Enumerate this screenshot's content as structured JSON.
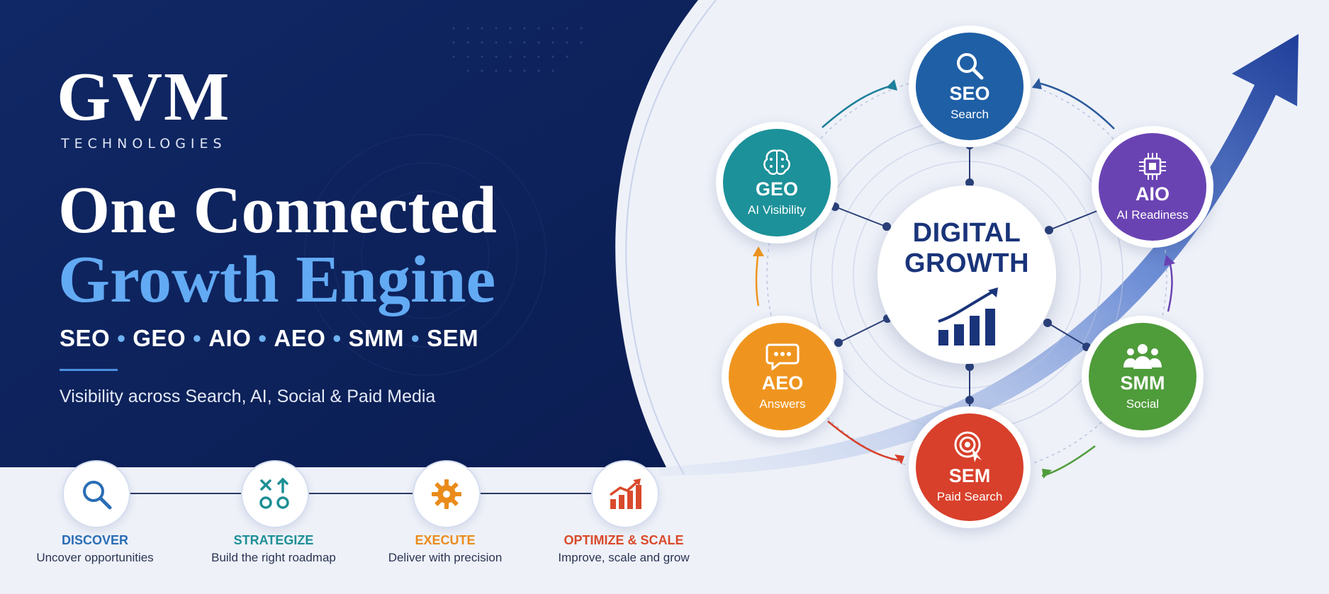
{
  "brand": {
    "logo_text": "GVM",
    "logo_sub": "TECHNOLOGIES"
  },
  "hero": {
    "headline_line1": "One Connected",
    "headline_line2": "Growth Engine",
    "tags": [
      "SEO",
      "GEO",
      "AIO",
      "AEO",
      "SMM",
      "SEM"
    ],
    "subtitle": "Visibility across Search, AI, Social & Paid Media"
  },
  "diagram": {
    "center_line1": "DIGITAL",
    "center_line2": "GROWTH",
    "center_icon": "growth-chart-icon",
    "nodes": [
      {
        "key": "seo",
        "title": "SEO",
        "sub": "Search",
        "icon": "search-icon",
        "color": "#1f5fa6"
      },
      {
        "key": "aio",
        "title": "AIO",
        "sub": "AI Readiness",
        "icon": "chip-icon",
        "color": "#6a43b3"
      },
      {
        "key": "smm",
        "title": "SMM",
        "sub": "Social",
        "icon": "people-icon",
        "color": "#4f9c3b"
      },
      {
        "key": "sem",
        "title": "SEM",
        "sub": "Paid Search",
        "icon": "target-icon",
        "color": "#d8402b"
      },
      {
        "key": "aeo",
        "title": "AEO",
        "sub": "Answers",
        "icon": "chat-bubble-icon",
        "color": "#ef951f"
      },
      {
        "key": "geo",
        "title": "GEO",
        "sub": "AI Visibility",
        "icon": "brain-icon",
        "color": "#1c9199"
      }
    ]
  },
  "steps": [
    {
      "title": "DISCOVER",
      "sub": "Uncover opportunities",
      "icon": "search-icon",
      "color": "#2a6db5"
    },
    {
      "title": "STRATEGIZE",
      "sub": "Build the right roadmap",
      "icon": "strategy-icon",
      "color": "#1d8f96"
    },
    {
      "title": "EXECUTE",
      "sub": "Deliver with precision",
      "icon": "gear-icon",
      "color": "#ea8b1c"
    },
    {
      "title": "OPTIMIZE & SCALE",
      "sub": "Improve, scale and grow",
      "icon": "growth-chart-icon",
      "color": "#d94a2b"
    }
  ],
  "colors": {
    "navy": "#0f2462",
    "accent_blue": "#62aaf3",
    "light_bg": "#eef1f8"
  }
}
